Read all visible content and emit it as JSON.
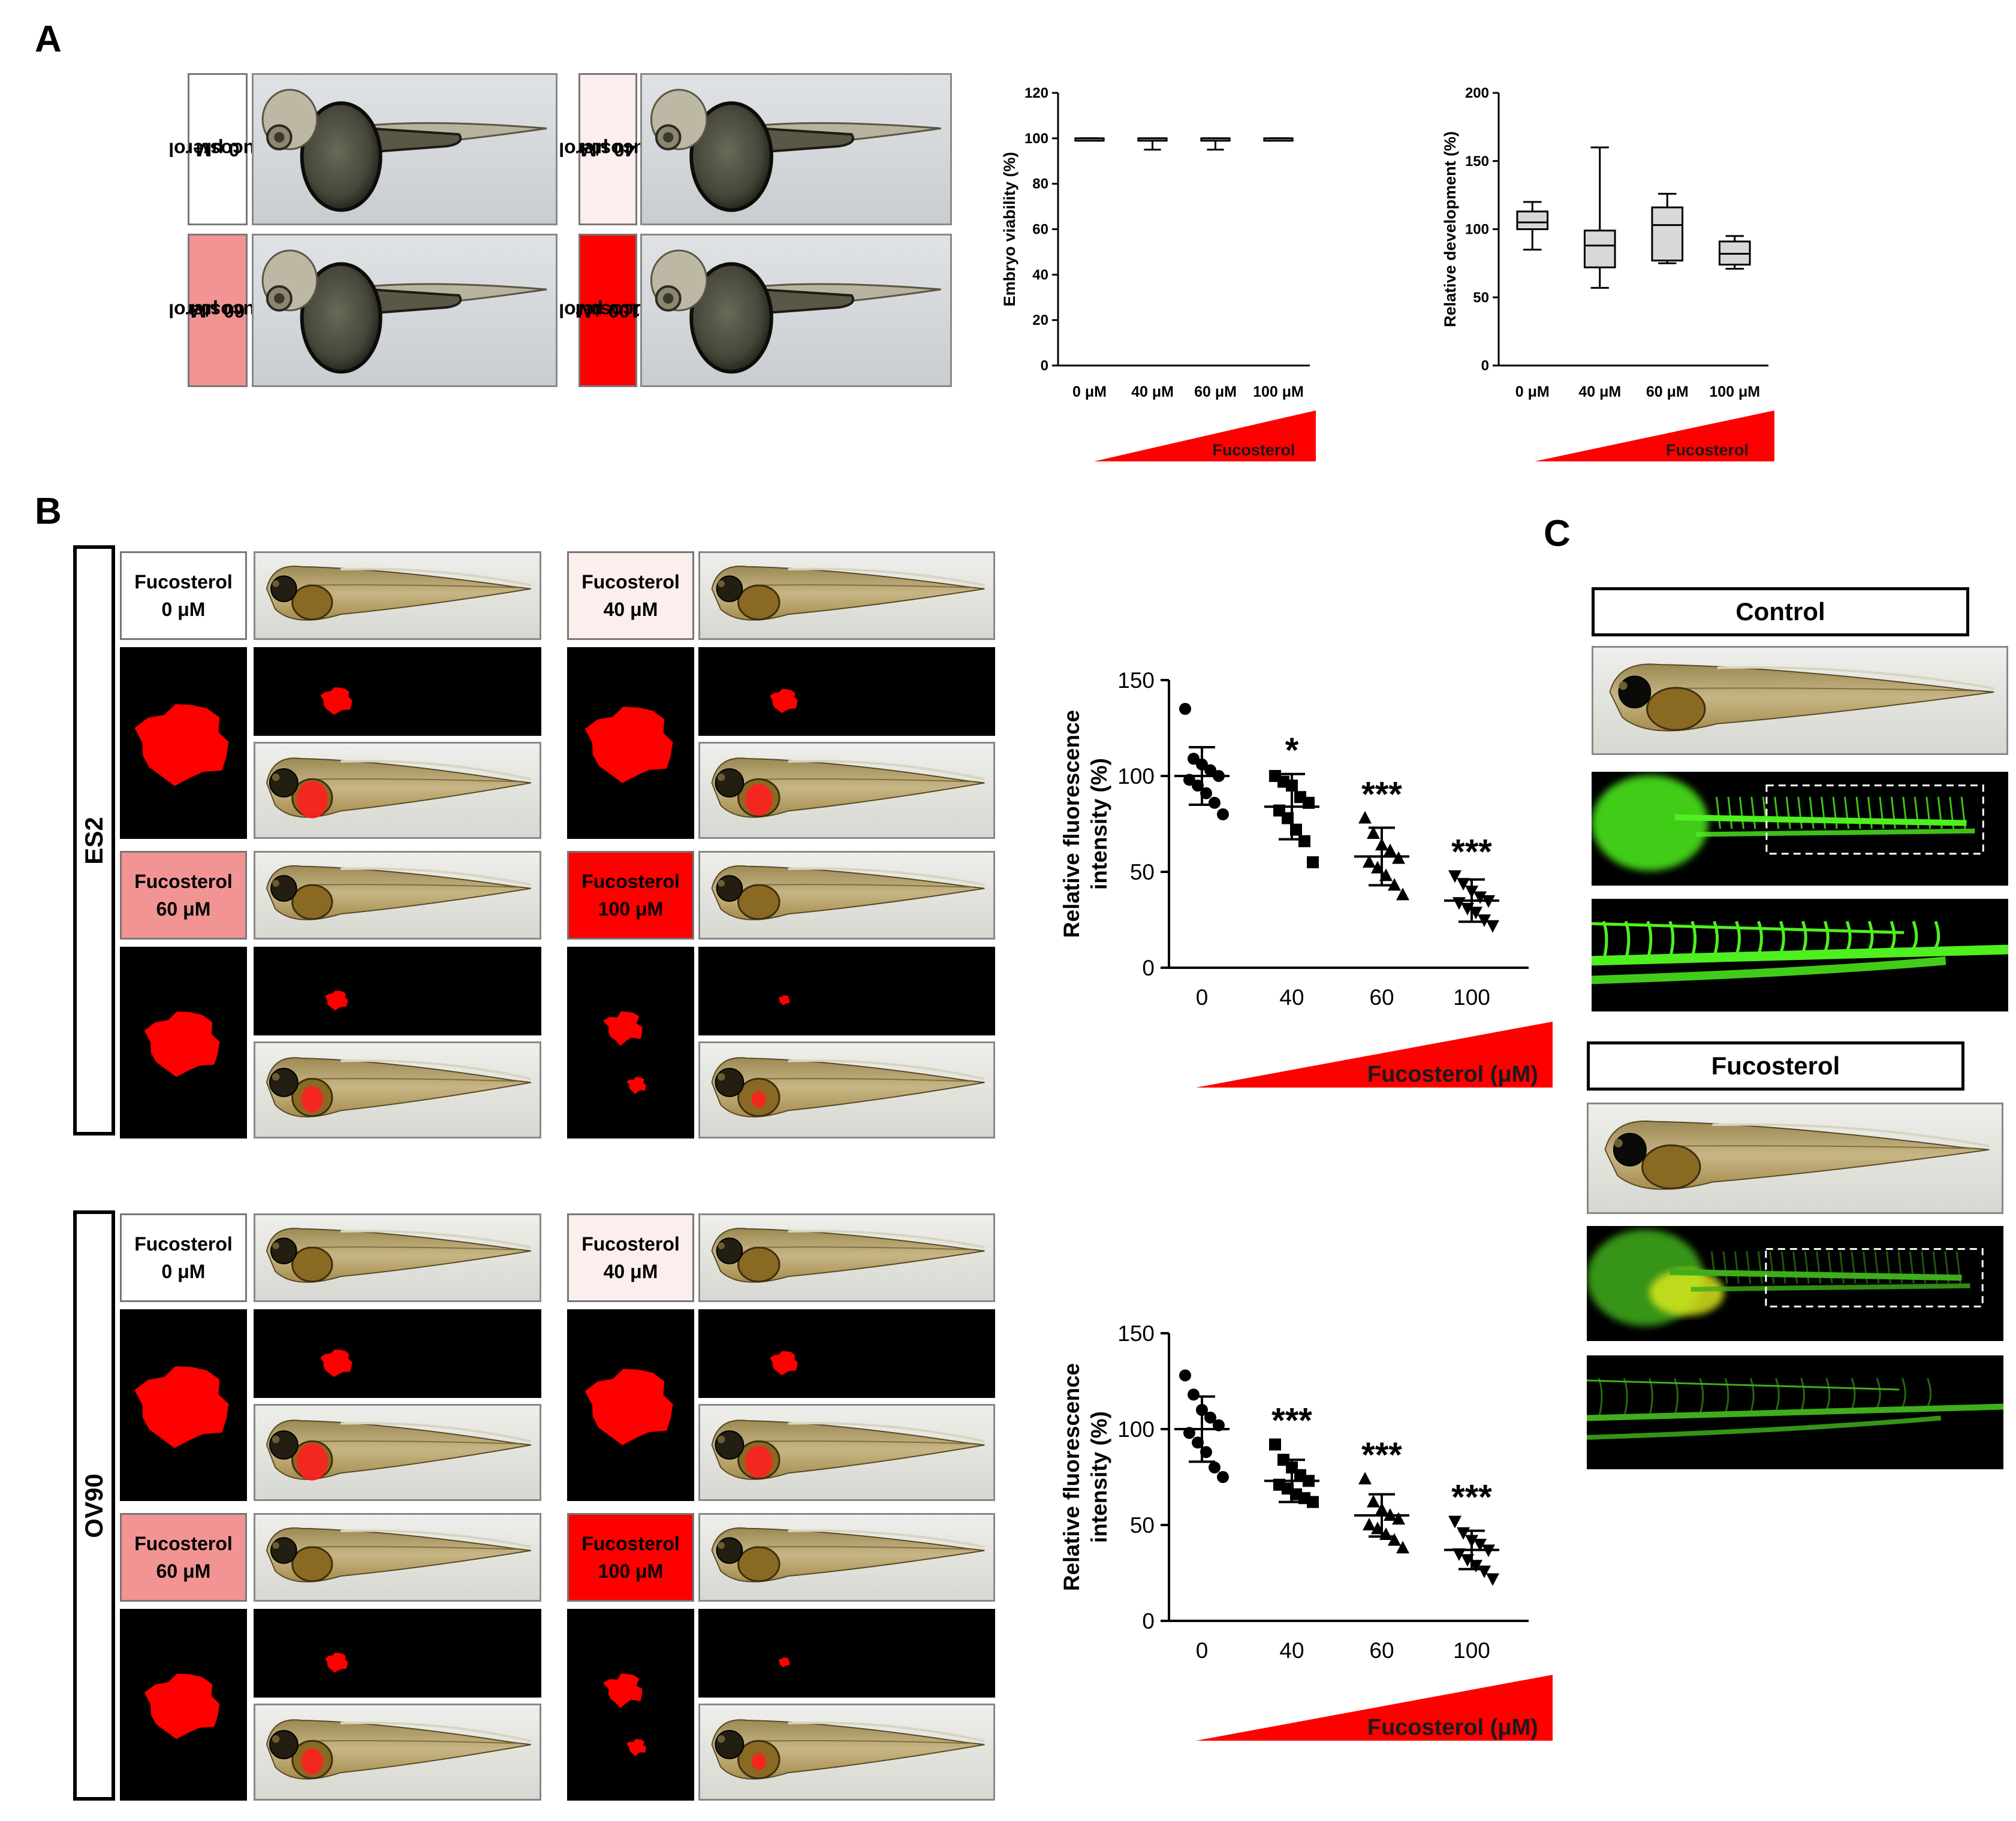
{
  "panels": {
    "a": "A",
    "b": "B",
    "c": "C"
  },
  "panel_a": {
    "labels": [
      {
        "line1": "Fucosterol",
        "line2": "0 μM",
        "color": "#ffffff"
      },
      {
        "line1": "Fucosterol",
        "line2": "40 μM",
        "color": "#fdeeee"
      },
      {
        "line1": "Fucosterol",
        "line2": "60 μM",
        "color": "#f29494"
      },
      {
        "line1": "Fucosterol",
        "line2": "100 μM",
        "color": "#ff0000"
      }
    ]
  },
  "panel_b": {
    "groups": [
      {
        "name": "ES2",
        "labels": [
          {
            "line1": "Fucosterol",
            "line2": "0 μM",
            "color": "#ffffff"
          },
          {
            "line1": "Fucosterol",
            "line2": "40 μM",
            "color": "#fdeeee"
          },
          {
            "line1": "Fucosterol",
            "line2": "60 μM",
            "color": "#f29494"
          },
          {
            "line1": "Fucosterol",
            "line2": "100 μM",
            "color": "#ff0000"
          }
        ]
      },
      {
        "name": "OV90",
        "labels": [
          {
            "line1": "Fucosterol",
            "line2": "0 μM",
            "color": "#ffffff"
          },
          {
            "line1": "Fucosterol",
            "line2": "40 μM",
            "color": "#fdeeee"
          },
          {
            "line1": "Fucosterol",
            "line2": "60 μM",
            "color": "#f29494"
          },
          {
            "line1": "Fucosterol",
            "line2": "100 μM",
            "color": "#ff0000"
          }
        ]
      }
    ]
  },
  "panel_c": {
    "control_label": "Control",
    "treated_label": "Fucosterol"
  },
  "chart_data": [
    {
      "id": "viability",
      "type": "box",
      "ylabel": "Embryo viability (%)",
      "ylim": [
        0,
        120
      ],
      "yticks": [
        0,
        20,
        40,
        60,
        80,
        100,
        120
      ],
      "categories": [
        "0 μM",
        "40 μM",
        "60 μM",
        "100 μM"
      ],
      "boxes": [
        {
          "min": 100,
          "q1": 100,
          "median": 100,
          "q3": 100,
          "max": 100
        },
        {
          "min": 95,
          "q1": 100,
          "median": 100,
          "q3": 100,
          "max": 100
        },
        {
          "min": 95,
          "q1": 100,
          "median": 100,
          "q3": 100,
          "max": 100
        },
        {
          "min": 100,
          "q1": 100,
          "median": 100,
          "q3": 100,
          "max": 100
        }
      ],
      "wedge_label": "Fucosterol"
    },
    {
      "id": "development",
      "type": "box",
      "ylabel": "Relative development (%)",
      "ylim": [
        0,
        200
      ],
      "yticks": [
        0,
        50,
        100,
        150,
        200
      ],
      "categories": [
        "0 μM",
        "40 μM",
        "60 μM",
        "100 μM"
      ],
      "boxes": [
        {
          "min": 85,
          "q1": 100,
          "median": 105,
          "q3": 113,
          "max": 120
        },
        {
          "min": 57,
          "q1": 72,
          "median": 88,
          "q3": 99,
          "max": 160
        },
        {
          "min": 75,
          "q1": 77,
          "median": 103,
          "q3": 116,
          "max": 126
        },
        {
          "min": 71,
          "q1": 74,
          "median": 82,
          "q3": 91,
          "max": 95
        }
      ],
      "wedge_label": "Fucosterol"
    },
    {
      "id": "es2",
      "type": "scatter",
      "ylabel_lines": [
        "Relative fluorescence",
        "intensity (%)"
      ],
      "ylim": [
        0,
        150
      ],
      "yticks": [
        0,
        50,
        100,
        150
      ],
      "categories": [
        "0",
        "40",
        "60",
        "100"
      ],
      "markers": [
        "circle",
        "square",
        "triangle",
        "triangle-down"
      ],
      "points": [
        [
          135,
          109,
          106,
          103,
          100,
          98,
          95,
          91,
          86,
          80
        ],
        [
          100,
          97,
          95,
          89,
          86,
          82,
          78,
          72,
          66,
          55
        ],
        [
          78,
          70,
          64,
          61,
          57,
          55,
          52,
          48,
          43,
          38
        ],
        [
          48,
          44,
          40,
          37,
          35,
          34,
          31,
          29,
          25,
          22
        ]
      ],
      "mean": [
        100,
        84,
        58,
        35
      ],
      "sd": [
        15,
        17,
        15,
        11
      ],
      "significance": [
        "",
        "*",
        "***",
        "***"
      ],
      "wedge_label": "Fucosterol (μM)"
    },
    {
      "id": "ov90",
      "type": "scatter",
      "ylabel_lines": [
        "Relative fluorescence",
        "intensity (%)"
      ],
      "ylim": [
        0,
        150
      ],
      "yticks": [
        0,
        50,
        100,
        150
      ],
      "categories": [
        "0",
        "40",
        "60",
        "100"
      ],
      "markers": [
        "circle",
        "square",
        "triangle",
        "triangle-down"
      ],
      "points": [
        [
          128,
          118,
          110,
          106,
          102,
          98,
          93,
          88,
          80,
          75
        ],
        [
          92,
          84,
          80,
          76,
          73,
          71,
          69,
          66,
          64,
          62
        ],
        [
          74,
          62,
          58,
          55,
          53,
          50,
          48,
          45,
          42,
          38
        ],
        [
          52,
          46,
          42,
          40,
          37,
          35,
          32,
          29,
          26,
          22
        ]
      ],
      "mean": [
        100,
        73,
        55,
        37
      ],
      "sd": [
        17,
        11,
        11,
        10
      ],
      "significance": [
        "",
        "***",
        "***",
        "***"
      ],
      "wedge_label": "Fucosterol (μM)"
    }
  ]
}
